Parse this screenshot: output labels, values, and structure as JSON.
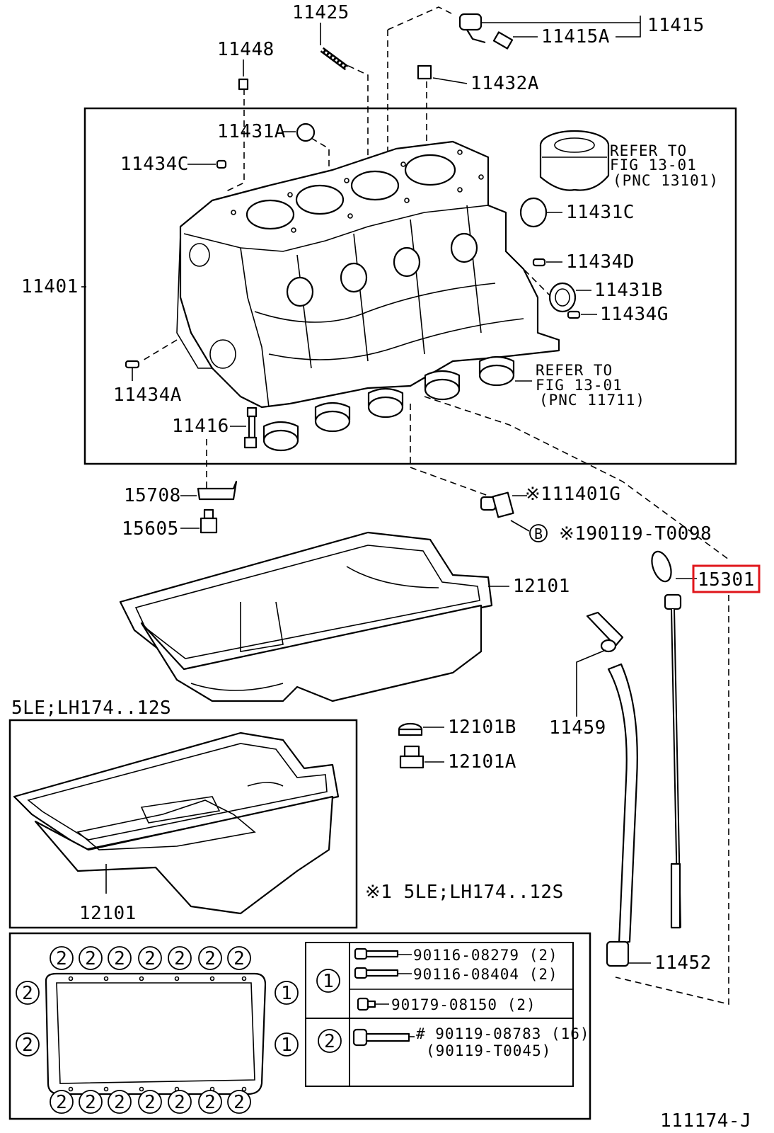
{
  "diagram_id": "111174-J",
  "labels": {
    "p11425": "11425",
    "p11415": "11415",
    "p11415A": "11415A",
    "p11448": "11448",
    "p11432A": "11432A",
    "p11431A": "11431A",
    "p11434C": "11434C",
    "p11431C": "11431C",
    "p11434D": "11434D",
    "p11401": "11401",
    "p11431B": "11431B",
    "p11434G": "11434G",
    "p11434A": "11434A",
    "p11416": "11416",
    "p15708": "15708",
    "p11401G": "※111401G",
    "p15605": "15605",
    "p90119T0098": "※190119-T0098",
    "p15301": "15301",
    "p12101_main": "12101",
    "p11459": "11459",
    "p12101B": "12101B",
    "p12101A": "12101A",
    "p12101_inset": "12101",
    "p11452": "11452"
  },
  "circle_b": "B",
  "refer_piston": [
    "REFER TO",
    "FIG 13-01",
    "(PNC 13101)"
  ],
  "refer_bearing": [
    "REFER TO",
    "FIG 13-01",
    "(PNC 11711)"
  ],
  "inset": {
    "title": "5LE;LH174..12S",
    "footnote": "※1 5LE;LH174..12S"
  },
  "gasket_markers": {
    "top_row": [
      "2",
      "2",
      "2",
      "2",
      "2",
      "2",
      "2"
    ],
    "bottom_row": [
      "2",
      "2",
      "2",
      "2",
      "2",
      "2",
      "2"
    ],
    "left": [
      "2",
      "2"
    ],
    "right": [
      "1",
      "1"
    ]
  },
  "bolt_table": {
    "rows": [
      {
        "marker": "1",
        "parts": [
          "90116-08279 (2)",
          "90116-08404 (2)",
          "90179-08150 (2)"
        ]
      },
      {
        "marker": "2",
        "parts": [
          "# 90119-08783 (16)",
          "(90119-T0045)"
        ]
      }
    ]
  },
  "highlight": {
    "part": "15301",
    "color": "#e0161b"
  }
}
